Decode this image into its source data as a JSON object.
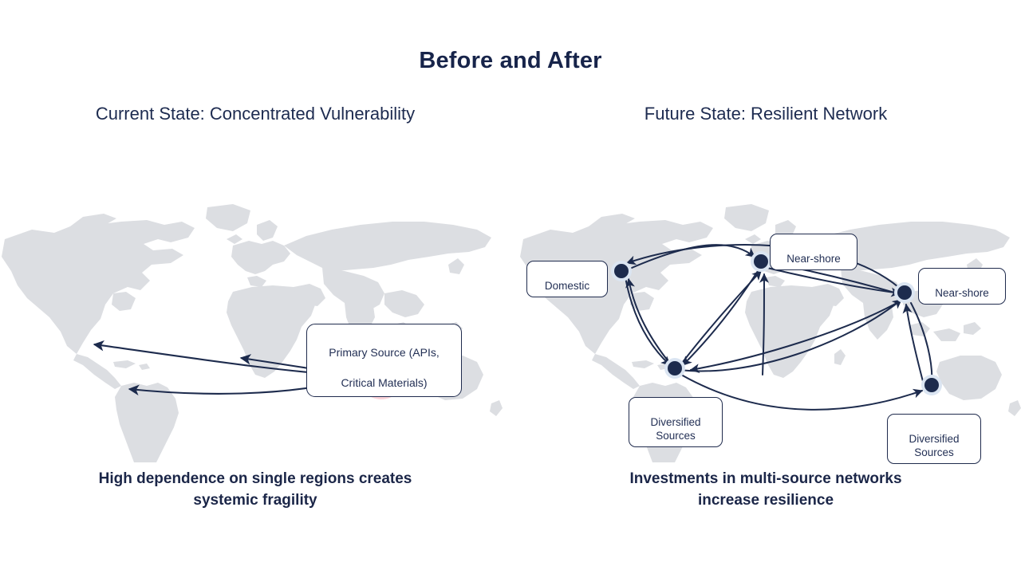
{
  "slide": {
    "title": "Before and After",
    "background_color": "#ffffff",
    "text_color": "#17244a"
  },
  "left_panel": {
    "subtitle": "Current State:  Concentrated Vulnerability",
    "caption_line1": "High dependence on single regions creates",
    "caption_line2": "systemic fragility",
    "source_marker": {
      "label_line1": "Primary Source (APIs,",
      "label_line2": "Critical Materials)",
      "color_core": "#e8455e",
      "color_halo": "#f9b9c3",
      "color_outer": "#fbd3d9"
    },
    "flows": [
      {
        "name": "source-to-northwest-north-america",
        "label": ""
      },
      {
        "name": "source-to-europe",
        "label": ""
      },
      {
        "name": "source-to-southeast-north-america",
        "label": ""
      }
    ]
  },
  "right_panel": {
    "subtitle": "Future State:  Resilient Network",
    "caption_line1": "Investments in multi-source networks",
    "caption_line2": "increase resilience",
    "node_color": "#1d2b4d",
    "node_halo_color": "#dbe5f2",
    "nodes": [
      {
        "id": "domestic",
        "label": "Domestic",
        "label_position": "left"
      },
      {
        "id": "near-shore-europe",
        "label": "Near-shore",
        "label_position": "top-right"
      },
      {
        "id": "near-shore-asia",
        "label": "Near-shore",
        "label_position": "right"
      },
      {
        "id": "diversified-south-america",
        "label": "Diversified\nSources",
        "label_position": "bottom"
      },
      {
        "id": "diversified-australia",
        "label": "Diversified\nSources",
        "label_position": "bottom"
      }
    ],
    "link_count": 12
  },
  "map": {
    "land_color": "#dcdee2",
    "ocean_color": "#ffffff",
    "arrow_color": "#1d2b4d"
  }
}
